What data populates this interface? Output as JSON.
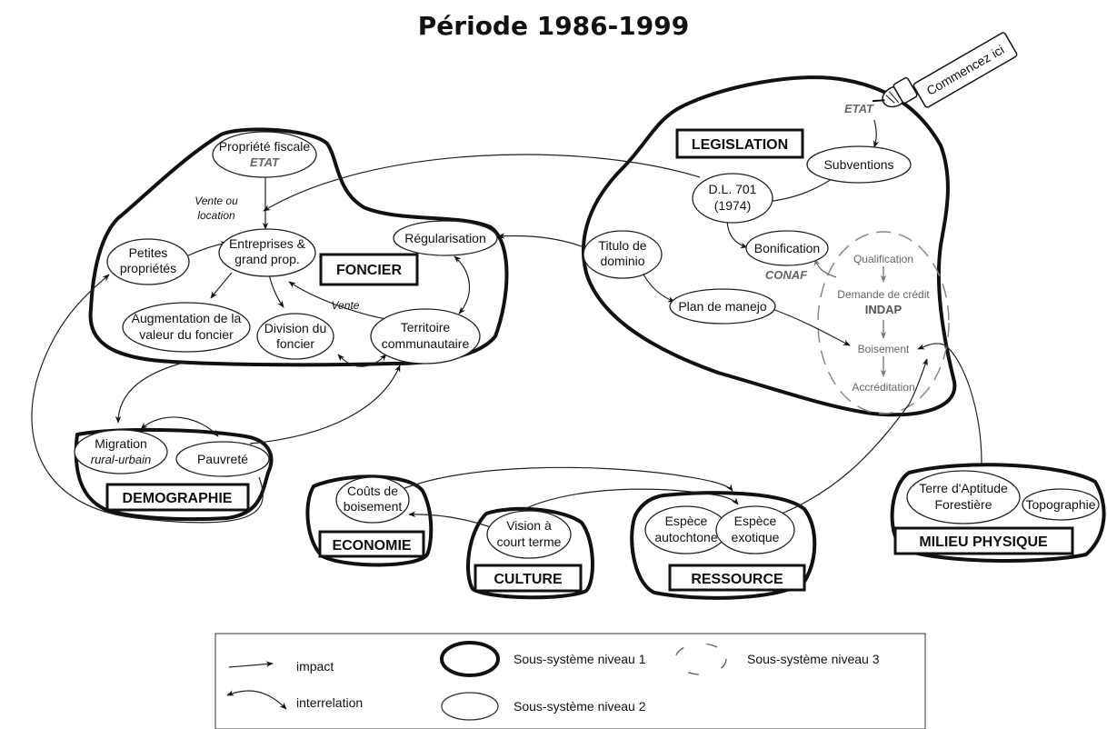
{
  "title": "Période 1986-1999",
  "start": "Commencez ici",
  "subsystems": {
    "foncier": "FONCIER",
    "legislation": "LEGISLATION",
    "demographie": "DEMOGRAPHIE",
    "economie": "ECONOMIE",
    "culture": "CULTURE",
    "ressource": "RESSOURCE",
    "milieu": "MILIEU PHYSIQUE"
  },
  "nodes": {
    "propriete_fiscale": [
      "Propriété fiscale"
    ],
    "etat_foncier": "ETAT",
    "entreprises": [
      "Entreprises &",
      "grand prop."
    ],
    "petites": [
      "Petites",
      "propriétés"
    ],
    "augmentation": [
      "Augmentation de la",
      "valeur du foncier"
    ],
    "division": [
      "Division du",
      "foncier"
    ],
    "territoire": [
      "Territoire",
      "communautaire"
    ],
    "regularisation": [
      "Régularisation"
    ],
    "migration": [
      "Migration"
    ],
    "migration_sub": "rural-urbain",
    "pauvrete": [
      "Pauvreté"
    ],
    "etat_legislation": "ETAT",
    "subventions": [
      "Subventions"
    ],
    "dl701": [
      "D.L. 701",
      "(1974)"
    ],
    "bonification": [
      "Bonification"
    ],
    "titulo": [
      "Titulo de",
      "dominio"
    ],
    "plan": [
      "Plan de manejo"
    ],
    "conaf": "CONAF",
    "couts": [
      "Coûts de",
      "boisement"
    ],
    "vision": [
      "Vision à",
      "court terme"
    ],
    "autochtone": [
      "Espèce",
      "autochtone"
    ],
    "exotique": [
      "Espèce",
      "exotique"
    ],
    "terre": [
      "Terre d'Aptitude",
      "Forestière"
    ],
    "topographie": [
      "Topographie"
    ]
  },
  "level3": {
    "qualification": "Qualification",
    "demande": "Demande de crédit",
    "indap": "INDAP",
    "boisement": "Boisement",
    "accreditation": "Accréditation"
  },
  "edge_labels": {
    "vente_location": [
      "Vente ou",
      "location"
    ],
    "vente": "Vente"
  },
  "legend": {
    "impact": "impact",
    "interrelation": "interrelation",
    "niveau1": "Sous-système niveau 1",
    "niveau2": "Sous-système niveau 2",
    "niveau3": "Sous-système niveau 3"
  }
}
